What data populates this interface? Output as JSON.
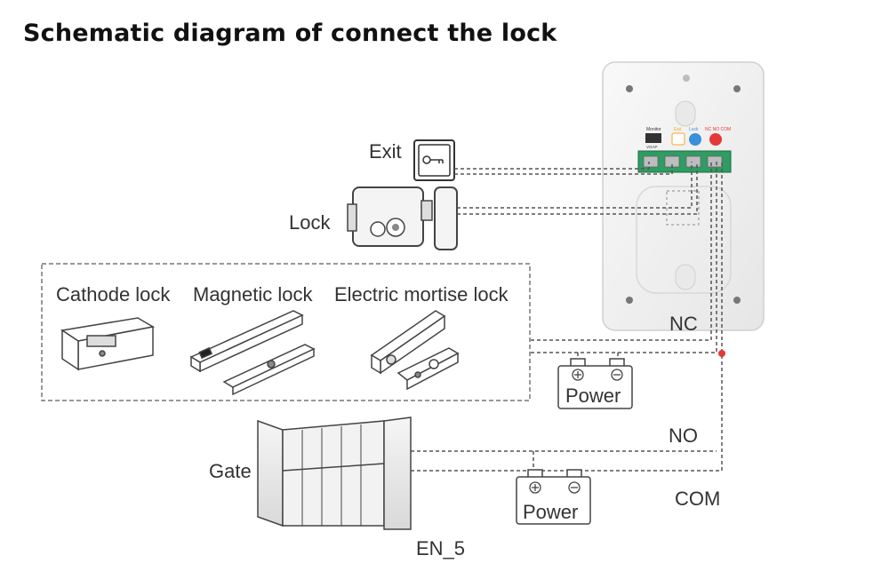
{
  "title": "Schematic diagram of connect the lock",
  "labels": {
    "exit": "Exit",
    "lock": "Lock",
    "cathode_lock": "Cathode lock",
    "magnetic_lock": "Magnetic lock",
    "electric_mortise_lock": "Electric mortise lock",
    "power_1": "Power",
    "power_2": "Power",
    "gate": "Gate",
    "nc": "NC",
    "no": "NO",
    "com": "COM",
    "model": "EN_5"
  },
  "device": {
    "terminal_labels": [
      "Monitor",
      "Exit",
      "Lock",
      "NC NO COM"
    ],
    "monitor_sub": "VGAP",
    "colors": {
      "body": "#f2f2f2",
      "terminal_block": "#2e9c63",
      "exit_badge": "#f5a623",
      "lock_badge": "#3a8fd9",
      "relay_badge": "#e53935"
    }
  },
  "colors": {
    "wire": "#555555",
    "junction": "#e53935"
  }
}
